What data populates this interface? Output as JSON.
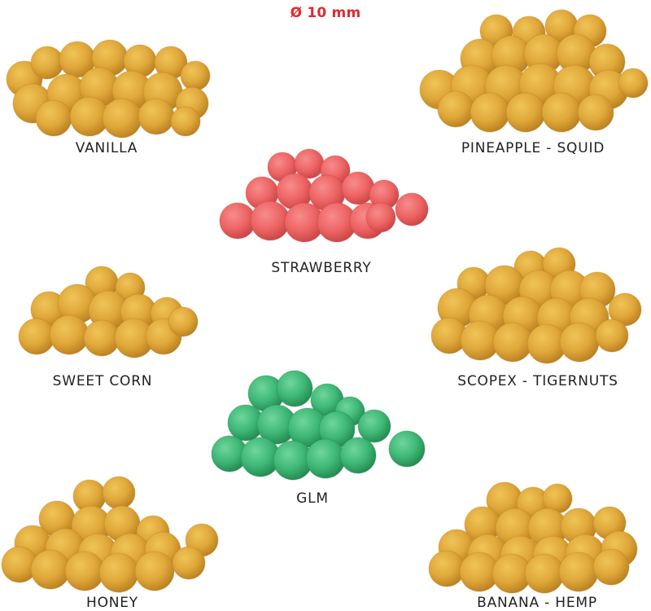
{
  "size_label": "Ø 10 mm",
  "colors": {
    "size_label": "#e3282e",
    "yellow_boilie": "#e0a83a",
    "yellow_boilie_shade": "#b97f1f",
    "red_boilie": "#ee6565",
    "red_boilie_shade": "#c94444",
    "green_boilie": "#3fb877",
    "green_boilie_shade": "#23884f",
    "label_text": "#222222"
  },
  "products": [
    {
      "name": "VANILLA",
      "color": "yellow"
    },
    {
      "name": "PINEAPPLE - SQUID",
      "color": "yellow"
    },
    {
      "name": "STRAWBERRY",
      "color": "red"
    },
    {
      "name": "SWEET CORN",
      "color": "yellow"
    },
    {
      "name": "SCOPEX - TIGERNUTS",
      "color": "yellow"
    },
    {
      "name": "GLM",
      "color": "green"
    },
    {
      "name": "HONEY",
      "color": "yellow"
    },
    {
      "name": "BANANA - HEMP",
      "color": "yellow"
    }
  ]
}
